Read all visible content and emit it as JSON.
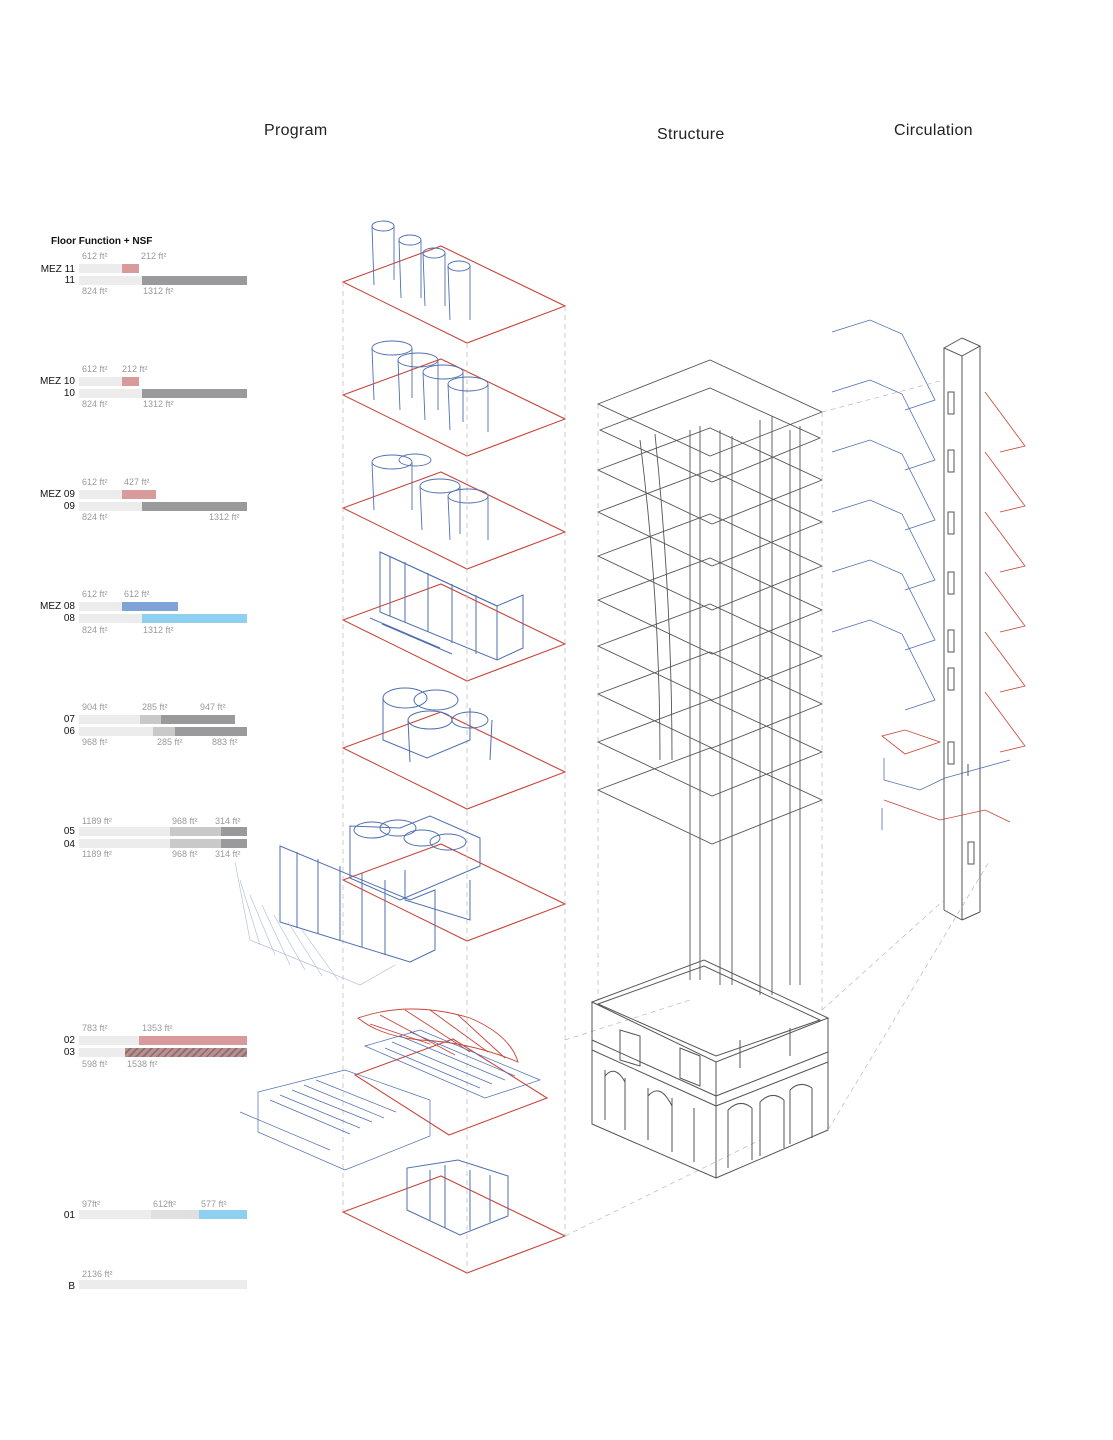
{
  "headings": {
    "program": "Program",
    "structure": "Structure",
    "circulation": "Circulation"
  },
  "legend": {
    "title": "Floor Function + NSF",
    "colors": {
      "base": "#ececec",
      "light_grey": "#c9c9c9",
      "dark_grey": "#9a9a9c",
      "red": "#d89a9a",
      "hatch_red": "#c98a8a",
      "blue": "#7fa3d6",
      "light_blue": "#8fd0f0"
    },
    "groups": [
      {
        "top_label": "MEZ 11",
        "bottom_label": "11",
        "top_areas": [
          "612 ft²",
          "212 ft²"
        ],
        "bottom_areas": [
          "824 ft²",
          "1312 ft²"
        ]
      },
      {
        "top_label": "MEZ 10",
        "bottom_label": "10",
        "top_areas": [
          "612 ft²",
          "212 ft²"
        ],
        "bottom_areas": [
          "824 ft²",
          "1312 ft²"
        ]
      },
      {
        "top_label": "MEZ 09",
        "bottom_label": "09",
        "top_areas": [
          "612 ft²",
          "427 ft²"
        ],
        "bottom_areas": [
          "824 ft²",
          "1312 ft²"
        ]
      },
      {
        "top_label": "MEZ 08",
        "bottom_label": "08",
        "top_areas": [
          "612 ft²",
          "612 ft²"
        ],
        "bottom_areas": [
          "824 ft²",
          "1312 ft²"
        ]
      },
      {
        "top_label": "07",
        "bottom_label": "06",
        "top_areas": [
          "904 ft²",
          "285 ft²",
          "947 ft²"
        ],
        "bottom_areas": [
          "968 ft²",
          "285 ft²",
          "883 ft²"
        ]
      },
      {
        "top_label": "05",
        "bottom_label": "04",
        "top_areas": [
          "1189 ft²",
          "968 ft²",
          "314 ft²"
        ],
        "bottom_areas": [
          "1189 ft²",
          "968 ft²",
          "314 ft²"
        ]
      },
      {
        "top_label": "02",
        "bottom_label": "03",
        "top_areas": [
          "783 ft²",
          "1353 ft²"
        ],
        "bottom_areas": [
          "598 ft²",
          "1538 ft²"
        ]
      },
      {
        "top_label": "01",
        "bottom_label": "",
        "top_areas": [
          "97ft²",
          "612ft²",
          "577 ft²"
        ],
        "bottom_areas": []
      },
      {
        "top_label": "",
        "bottom_label": "B",
        "top_areas": [
          "2136 ft²"
        ],
        "bottom_areas": []
      }
    ]
  }
}
